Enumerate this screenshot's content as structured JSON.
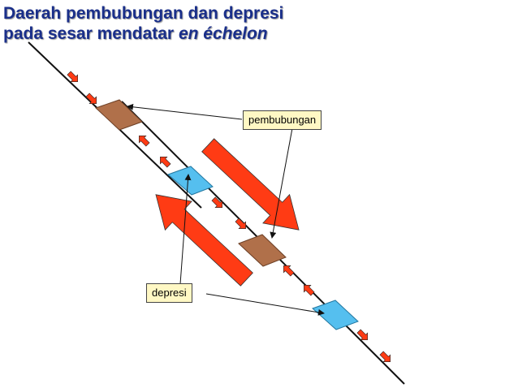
{
  "title": {
    "line1": "Daerah pembubungan dan depresi",
    "line2_main": "pada sesar mendatar ",
    "line2_italic": "en échelon"
  },
  "labels": {
    "pembubungan": "pembubungan",
    "depresi": "depresi"
  },
  "colors": {
    "title_text": "#1a2f8a",
    "arrow_red": "#ff3b14",
    "pembubungan_fill": "#b0704a",
    "depresi_fill": "#55bfef",
    "label_fill": "#fff8c4"
  }
}
